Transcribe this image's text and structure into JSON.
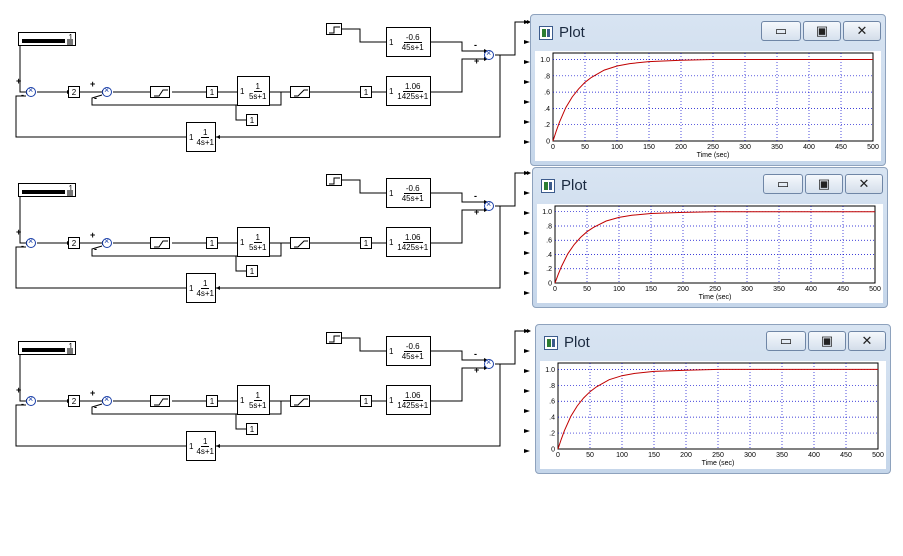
{
  "diagram": {
    "slider_value": "1",
    "gain_main": "2",
    "gain_unit": "1",
    "step_block": "step",
    "sum_signs": {
      "plus": "+",
      "minus": "-"
    },
    "tf_plant_fast": {
      "k": "1",
      "num": "1",
      "den": "5s+1"
    },
    "tf_feedback": {
      "k": "1",
      "num": "1",
      "den": "4s+1"
    },
    "tf_disturbance": {
      "k": "1",
      "num": "-0.6",
      "den": "45s+1"
    },
    "tf_plant_slow": {
      "k": "1",
      "num": "1.06",
      "den": "1425s+1"
    }
  },
  "plot_window": {
    "title": "Plot",
    "minimize_symbol": "▭",
    "maximize_symbol": "▣",
    "close_symbol": "✕",
    "xlabel": "Time (sec)",
    "x_ticks": [
      "0",
      "50",
      "100",
      "150",
      "200",
      "250",
      "300",
      "350",
      "400",
      "450",
      "500"
    ],
    "y_ticks": [
      "1.0",
      ".8",
      ".6",
      ".4",
      ".2",
      "0"
    ]
  },
  "chart_data": [
    {
      "type": "line",
      "xlabel": "Time (sec)",
      "ylabel": "",
      "xlim": [
        0,
        500
      ],
      "ylim": [
        0,
        1.08
      ],
      "grid": true,
      "series": [
        {
          "x": [
            0,
            5,
            10,
            20,
            30,
            40,
            50,
            60,
            80,
            100,
            120,
            150,
            200,
            250,
            300,
            400,
            500
          ],
          "y": [
            0,
            0.12,
            0.23,
            0.41,
            0.54,
            0.64,
            0.72,
            0.78,
            0.87,
            0.92,
            0.95,
            0.975,
            0.99,
            1.0,
            1.0,
            1.0,
            1.0
          ],
          "color": "#c00000"
        }
      ]
    },
    {
      "type": "line",
      "xlabel": "Time (sec)",
      "ylabel": "",
      "xlim": [
        0,
        500
      ],
      "ylim": [
        0,
        1.08
      ],
      "grid": true,
      "series": [
        {
          "x": [
            0,
            5,
            10,
            20,
            30,
            40,
            50,
            60,
            80,
            100,
            120,
            150,
            200,
            250,
            300,
            400,
            500
          ],
          "y": [
            0,
            0.12,
            0.23,
            0.41,
            0.54,
            0.64,
            0.72,
            0.78,
            0.87,
            0.92,
            0.95,
            0.975,
            0.99,
            1.0,
            1.0,
            1.0,
            1.0
          ],
          "color": "#c00000"
        }
      ]
    },
    {
      "type": "line",
      "xlabel": "Time (sec)",
      "ylabel": "",
      "xlim": [
        0,
        500
      ],
      "ylim": [
        0,
        1.08
      ],
      "grid": true,
      "series": [
        {
          "x": [
            0,
            5,
            10,
            20,
            30,
            40,
            50,
            60,
            80,
            100,
            120,
            150,
            200,
            250,
            300,
            400,
            500
          ],
          "y": [
            0,
            0.12,
            0.23,
            0.41,
            0.54,
            0.64,
            0.72,
            0.78,
            0.87,
            0.92,
            0.95,
            0.975,
            0.99,
            1.0,
            1.0,
            1.0,
            1.0
          ],
          "color": "#c00000"
        }
      ]
    }
  ]
}
